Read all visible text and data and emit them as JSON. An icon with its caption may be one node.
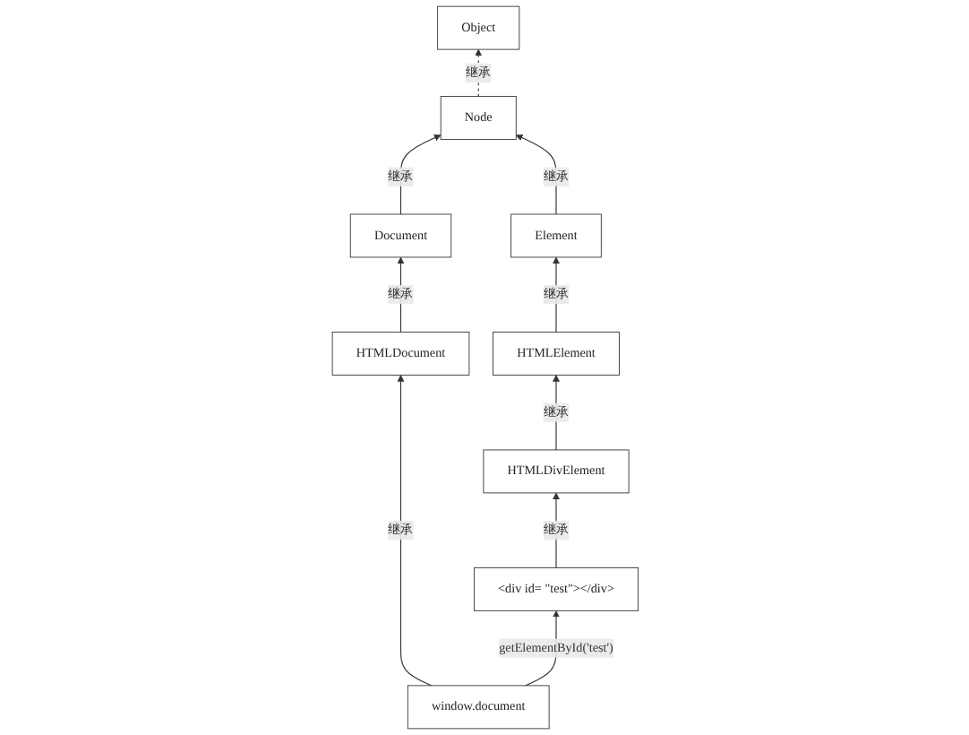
{
  "diagram": {
    "nodes": [
      {
        "text": [
          "Object"
        ]
      },
      {
        "text": [
          "Node"
        ]
      },
      {
        "text": [
          "Document"
        ]
      },
      {
        "text": [
          "Element"
        ]
      },
      {
        "text": [
          "HTMLDocument"
        ]
      },
      {
        "text": [
          "HTMLElement"
        ]
      },
      {
        "text": [
          "HTMLDivElement"
        ]
      },
      {
        "text": [
          "window.document"
        ]
      },
      {
        "text": [
          "<div id= \"test\"></div>"
        ]
      }
    ],
    "edges": [
      {
        "from": 1,
        "to": 0,
        "arrow": "to",
        "label": "继承",
        "style": "dashed"
      },
      {
        "from": 2,
        "to": 1,
        "arrow": "to",
        "label": "继承"
      },
      {
        "from": 3,
        "to": 1,
        "arrow": "to",
        "label": "继承"
      },
      {
        "from": 4,
        "to": 2,
        "arrow": "to",
        "label": "继承"
      },
      {
        "from": 5,
        "to": 3,
        "arrow": "to",
        "label": "继承"
      },
      {
        "from": 6,
        "to": 5,
        "arrow": "to",
        "label": "继承"
      },
      {
        "from": 7,
        "to": 4,
        "arrow": "to",
        "label": "继承"
      },
      {
        "from": 8,
        "to": 6,
        "arrow": "to",
        "label": "继承"
      },
      {
        "from": 7,
        "to": 8,
        "arrow": "to",
        "label": "getElementById('test')"
      }
    ]
  }
}
